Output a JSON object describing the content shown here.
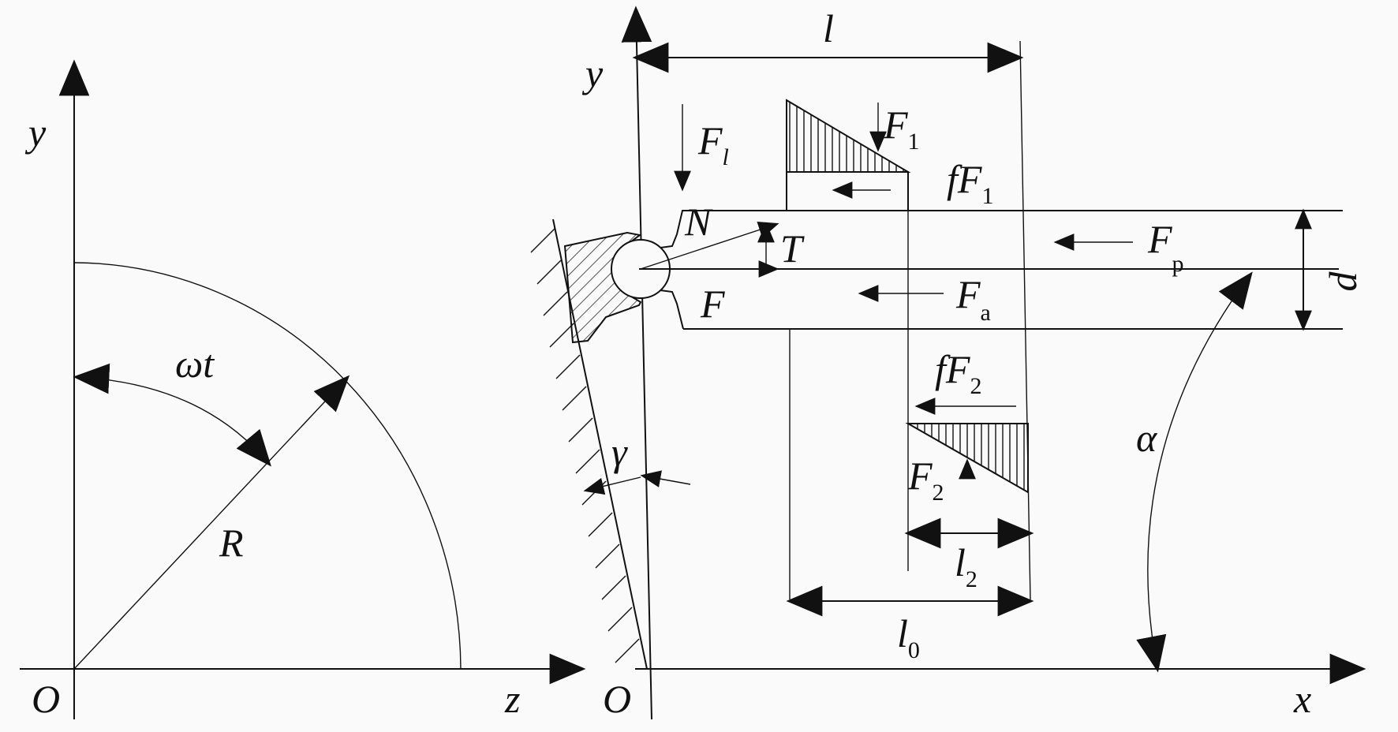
{
  "left_panel": {
    "axis_y": "y",
    "axis_z": "z",
    "origin": "O",
    "angle_label": "ωt",
    "radius_label": "R"
  },
  "right_panel": {
    "axis_y": "y",
    "axis_x": "x",
    "origin": "O",
    "length_l": "l",
    "length_l0": {
      "base": "l",
      "sub": "0"
    },
    "length_l2": {
      "base": "l",
      "sub": "2"
    },
    "diameter": "d",
    "angle_alpha": "α",
    "angle_gamma": "γ",
    "force_Fl": {
      "base": "F",
      "sub": "l"
    },
    "force_F1": {
      "base": "F",
      "sub": "1"
    },
    "force_fF1": {
      "base": "fF",
      "sub": "1"
    },
    "force_N": "N",
    "force_T": "T",
    "force_F": "F",
    "force_Fp": {
      "base": "F",
      "sub": "p"
    },
    "force_Fa": {
      "base": "F",
      "sub": "a"
    },
    "force_fF2": {
      "base": "fF",
      "sub": "2"
    },
    "force_F2": {
      "base": "F",
      "sub": "2"
    }
  }
}
